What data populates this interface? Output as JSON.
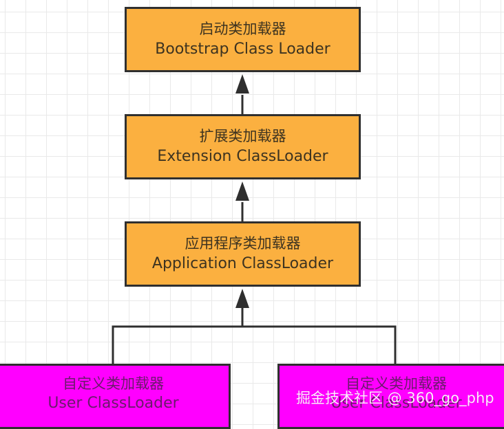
{
  "diagram": {
    "title": "Java ClassLoader hierarchy",
    "colors": {
      "system_loader_fill": "#fbb040",
      "user_loader_fill": "#ff00ff",
      "border": "#2f2f2f",
      "edge": "#2f2f2f",
      "grid": "#e9e9e9"
    },
    "nodes": [
      {
        "id": "bootstrap",
        "zh": "启动类加载器",
        "en": "Bootstrap Class Loader"
      },
      {
        "id": "extension",
        "zh": "扩展类加载器",
        "en": "Extension ClassLoader"
      },
      {
        "id": "application",
        "zh": "应用程序类加载器",
        "en": "Application ClassLoader"
      },
      {
        "id": "user_left",
        "zh": "自定义类加载器",
        "en": "User ClassLoader"
      },
      {
        "id": "user_right",
        "zh": "自定义类加载器",
        "en": "User ClassLoader"
      }
    ],
    "edges": [
      {
        "from": "extension",
        "to": "bootstrap",
        "arrow": "to"
      },
      {
        "from": "application",
        "to": "extension",
        "arrow": "to"
      },
      {
        "from": "user_left",
        "to": "application",
        "arrow": "to"
      },
      {
        "from": "user_right",
        "to": "application",
        "arrow": "to"
      }
    ]
  },
  "watermark": "掘金技术社区 @ 360_go_php"
}
